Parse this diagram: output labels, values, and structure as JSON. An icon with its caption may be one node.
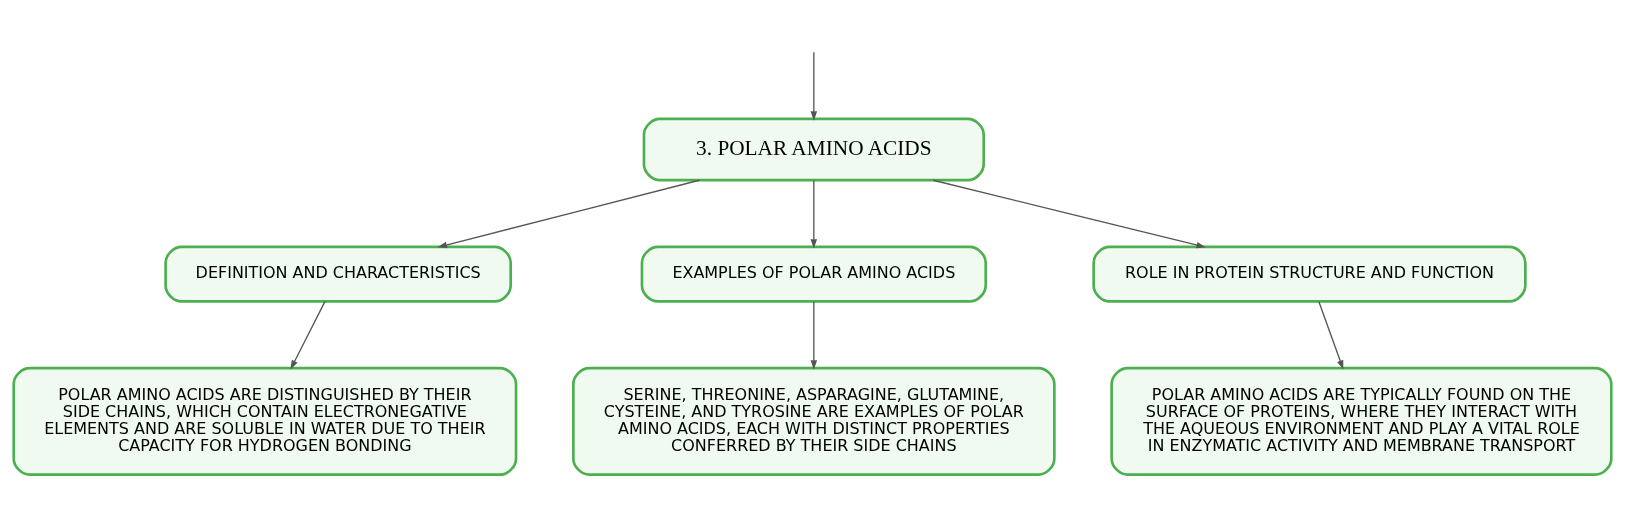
{
  "diagram": {
    "nodes": [
      {
        "text": [
          "3. POLAR AMINO ACIDS"
        ]
      },
      {
        "text": [
          "DEFINITION AND CHARACTERISTICS"
        ]
      },
      {
        "text": [
          "EXAMPLES OF POLAR AMINO ACIDS"
        ]
      },
      {
        "text": [
          "ROLE IN PROTEIN STRUCTURE AND FUNCTION"
        ]
      },
      {
        "text": [
          "POLAR AMINO ACIDS ARE DISTINGUISHED BY THEIR SIDE CHAINS, WHICH CONTAIN ELECTRONEGATIVE ELEMENTS AND ARE SOLUBLE IN WATER DUE TO THEIR CAPACITY FOR HYDROGEN BONDING"
        ]
      },
      {
        "text": [
          "SERINE, THREONINE, ASPARAGINE, GLUTAMINE, CYSTEINE, AND TYROSINE ARE EXAMPLES OF POLAR AMINO ACIDS, EACH WITH DISTINCT PROPERTIES CONFERRED BY THEIR SIDE CHAINS"
        ]
      },
      {
        "text": [
          "POLAR AMINO ACIDS ARE TYPICALLY FOUND ON THE SURFACE OF PROTEINS, WHERE THEY INTERACT WITH THE AQUEOUS ENVIRONMENT AND PLAY A VITAL ROLE IN ENZYMATIC ACTIVITY AND MEMBRANE TRANSPORT"
        ]
      }
    ],
    "edges": [
      {
        "from": null,
        "to": 0,
        "arrow": "to"
      },
      {
        "from": 0,
        "to": 1,
        "arrow": "to"
      },
      {
        "from": 0,
        "to": 2,
        "arrow": "to"
      },
      {
        "from": 0,
        "to": 3,
        "arrow": "to"
      },
      {
        "from": 1,
        "to": 4,
        "arrow": "to"
      },
      {
        "from": 2,
        "to": 5,
        "arrow": "to"
      },
      {
        "from": 3,
        "to": 6,
        "arrow": "to"
      }
    ]
  }
}
